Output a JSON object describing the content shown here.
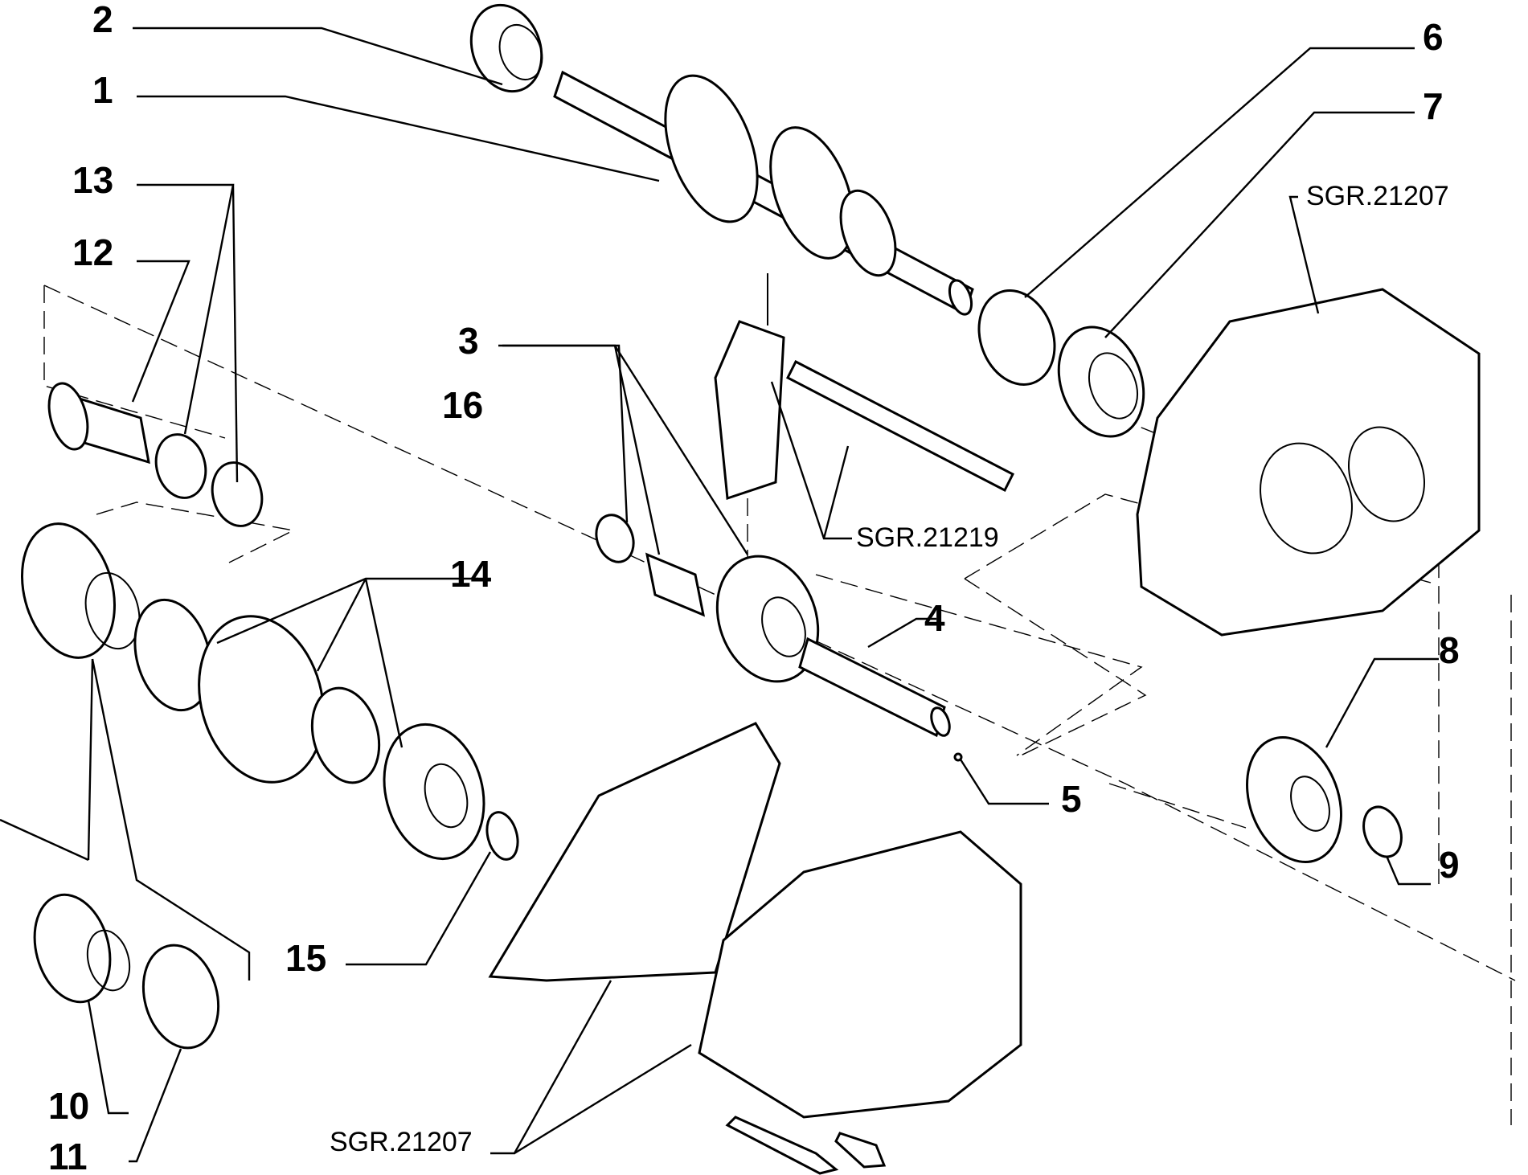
{
  "callouts": [
    "1",
    "2",
    "3",
    "4",
    "5",
    "6",
    "7",
    "8",
    "9",
    "10",
    "11",
    "12",
    "13",
    "14",
    "15",
    "16"
  ],
  "refs": [
    "SGR.21207",
    "SGR.21219",
    "SGR.21207"
  ]
}
